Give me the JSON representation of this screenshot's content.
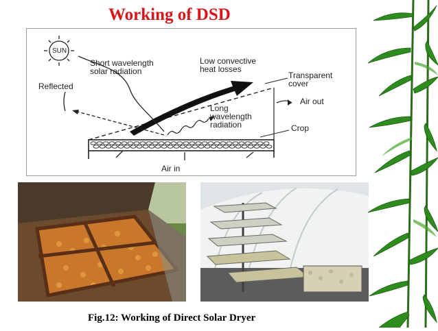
{
  "slide": {
    "title": "Working of DSD",
    "caption": "Fig.12: Working of  Direct Solar Dryer"
  },
  "diagram": {
    "sun_label": "SUN",
    "labels": {
      "short_wave": "Short wavelength\nsolar radiation",
      "low_convective": "Low convective\nheat losses",
      "transparent_cover": "Transparent\ncover",
      "reflected": "Reflected",
      "air_out": "Air out",
      "long_wave": "Long\nwavelength\nradiation",
      "crop": "Crop",
      "air_in": "Air in"
    }
  },
  "photos": [
    {
      "subject": "box-solar-dryer-with-apricots"
    },
    {
      "subject": "greenhouse-tray-dryer"
    }
  ],
  "colors": {
    "title": "#d8151a",
    "diagram_border": "#9a9a9a",
    "bamboo_leaf": "#2e8b1e"
  }
}
